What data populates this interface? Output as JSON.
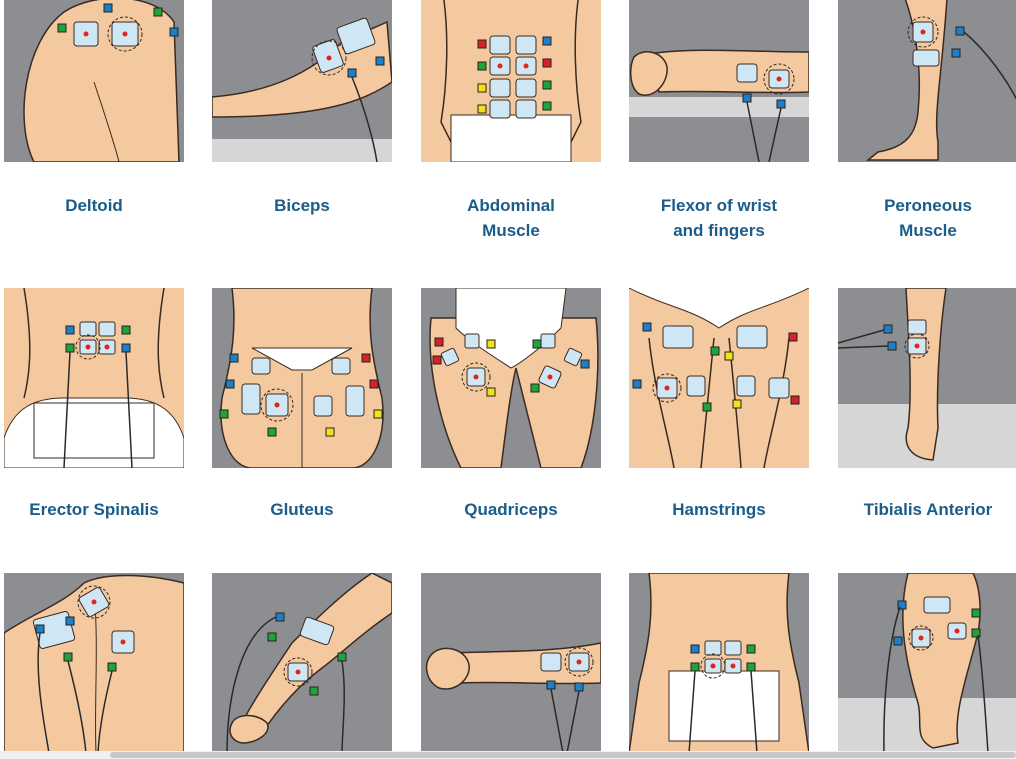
{
  "colors": {
    "label_text": "#1a5c8a",
    "background_gray": "#8d8e91",
    "skin": "#f4c9a0",
    "skin_outline": "#3a2a20",
    "electrode_pad": "#cfe6f5",
    "electrode_dot": "#e1251b",
    "connector_blue": "#1e7fc6",
    "connector_green": "#22a33a",
    "connector_red": "#d6202a",
    "connector_yellow": "#f2e21c"
  },
  "rows": [
    {
      "tiles": [
        {
          "name": "deltoid",
          "lines": [
            "Deltoid"
          ]
        },
        {
          "name": "biceps",
          "lines": [
            "Biceps"
          ]
        },
        {
          "name": "abdominal-muscle",
          "lines": [
            "Abdominal",
            "Muscle"
          ]
        },
        {
          "name": "flexor-of-wrist-and-fingers",
          "lines": [
            "Flexor of wrist",
            "and fingers"
          ]
        },
        {
          "name": "peroneous-muscle",
          "lines": [
            "Peroneous",
            "Muscle"
          ]
        }
      ]
    },
    {
      "tiles": [
        {
          "name": "erector-spinalis",
          "lines": [
            "Erector Spinalis"
          ]
        },
        {
          "name": "gluteus",
          "lines": [
            "Gluteus"
          ]
        },
        {
          "name": "quadriceps",
          "lines": [
            "Quadriceps"
          ]
        },
        {
          "name": "hamstrings",
          "lines": [
            "Hamstrings"
          ]
        },
        {
          "name": "tibialis-anterior",
          "lines": [
            "Tibialis Anterior"
          ]
        }
      ]
    },
    {
      "tiles": [
        {
          "name": "trapezius",
          "lines": []
        },
        {
          "name": "triceps",
          "lines": []
        },
        {
          "name": "wrist-extensor",
          "lines": []
        },
        {
          "name": "lumbar",
          "lines": []
        },
        {
          "name": "calf",
          "lines": []
        }
      ]
    }
  ]
}
